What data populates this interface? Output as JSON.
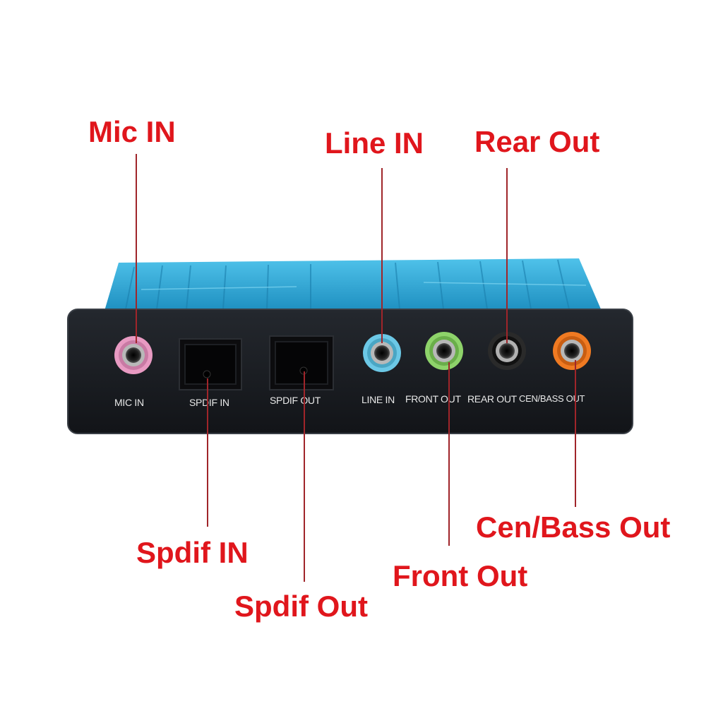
{
  "callouts": {
    "mic_in": "Mic IN",
    "line_in": "Line IN",
    "rear_out": "Rear Out",
    "spdif_in": "Spdif IN",
    "spdif_out": "Spdif Out",
    "front_out": "Front Out",
    "cen_bass_out": "Cen/Bass Out"
  },
  "device_labels": {
    "mic_in": "MIC IN",
    "spdif_in": "SPDIF IN",
    "spdif_out": "SPDIF OUT",
    "line_in": "LINE IN",
    "front_out": "FRONT OUT",
    "rear_out": "REAR OUT",
    "cen_bass_out": "CEN/BASS OUT"
  },
  "colors": {
    "callout_text": "#e0161c",
    "leader_line": "#a0252a",
    "housing": "#2aa8d8",
    "faceplate": "#1a1d22",
    "jack_mic": "#e89ac2",
    "jack_line_in": "#6cc8e6",
    "jack_front_out": "#8ed36a",
    "jack_rear_out": "#1a1a1a",
    "jack_cen_bass": "#f07a22"
  }
}
